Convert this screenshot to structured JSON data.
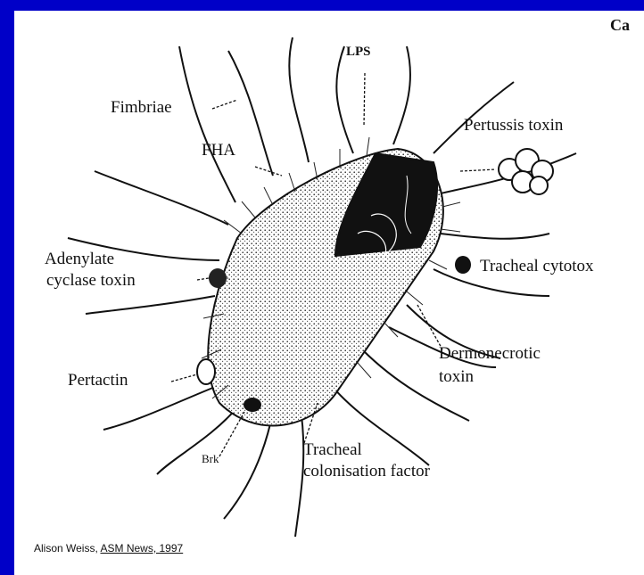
{
  "header": {
    "corner_text": "Ca"
  },
  "labels": {
    "lps": "LPS",
    "fimbriae": "Fimbriae",
    "fha": "FHA",
    "pertussis_toxin": "Pertussis toxin",
    "adenylate_1": "Adenylate",
    "adenylate_2": "cyclase toxin",
    "tracheal_cytotoxin": "Tracheal cytotox",
    "pertactin": "Pertactin",
    "dermonecrotic_1": "Dermonecrotic",
    "dermonecrotic_2": "toxin",
    "brk": "Brk",
    "tracheal_colonisation_1": "Tracheal",
    "tracheal_colonisation_2": "colonisation factor"
  },
  "credit": {
    "author": "Alison Weiss, ",
    "source": "ASM News, 1997"
  },
  "colors": {
    "background": "#0000c8",
    "panel": "#ffffff",
    "ink": "#111111"
  }
}
